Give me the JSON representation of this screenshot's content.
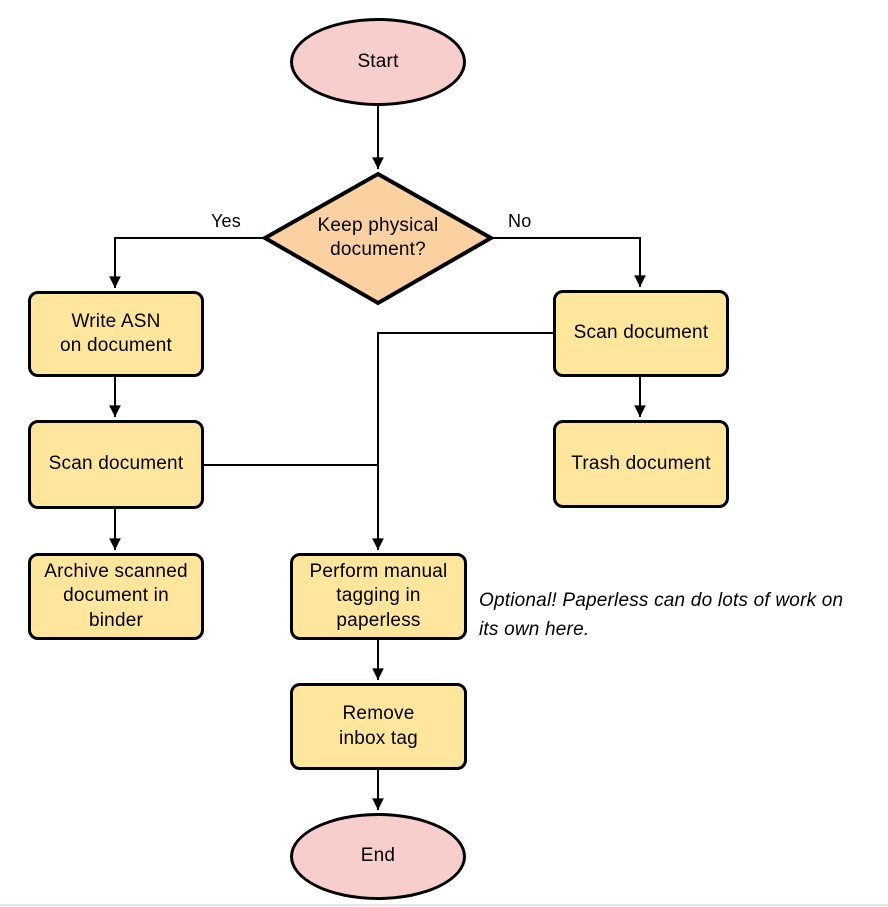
{
  "flowchart": {
    "nodes": {
      "start": "Start",
      "decision": "Keep physical\ndocument?",
      "write_asn": "Write ASN\non document",
      "scan_left": "Scan document",
      "archive": "Archive scanned\ndocument in\nbinder",
      "scan_right": "Scan document",
      "trash": "Trash document",
      "tagging": "Perform manual\ntagging in\npaperless",
      "remove_inbox": "Remove\ninbox tag",
      "end": "End"
    },
    "edge_labels": {
      "yes": "Yes",
      "no": "No"
    },
    "note": "Optional! Paperless can do lots of work on\nits own here.",
    "colors": {
      "terminal_fill": "#F8CECC",
      "decision_fill": "#FCD1A2",
      "process_fill": "#FFE69C",
      "stroke": "#000000"
    }
  }
}
